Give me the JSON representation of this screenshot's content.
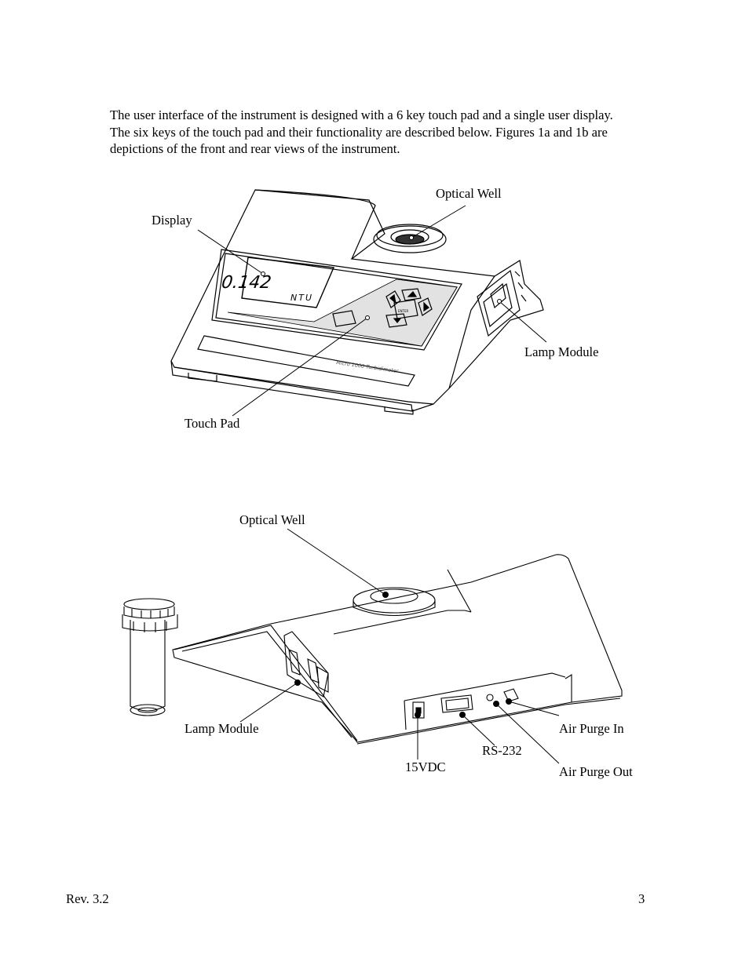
{
  "intro": {
    "lines": [
      "The user interface of the instrument is designed with a 6 key touch pad and a single user display.",
      "The six keys of the touch pad and their functionality are described below.  Figures 1a and 1b are",
      "depictions of the front and rear views of the instrument."
    ]
  },
  "figure_front": {
    "labels": {
      "display": "Display",
      "optical_well": "Optical Well",
      "lamp_module": "Lamp Module",
      "touch_pad": "Touch Pad"
    },
    "lcd_reading": "0.142",
    "lcd_unit": "NTU",
    "key_enter": "ENTER",
    "brand_strip": "Micro 1000 Turbidimeter"
  },
  "figure_rear": {
    "labels": {
      "optical_well": "Optical Well",
      "lamp_module": "Lamp Module",
      "air_purge_in": "Air Purge In",
      "rs232": "RS-232",
      "vdc": "15VDC",
      "air_purge_out": "Air Purge Out"
    }
  },
  "footer": {
    "revision": "Rev. 3.2",
    "page_number": "3"
  }
}
